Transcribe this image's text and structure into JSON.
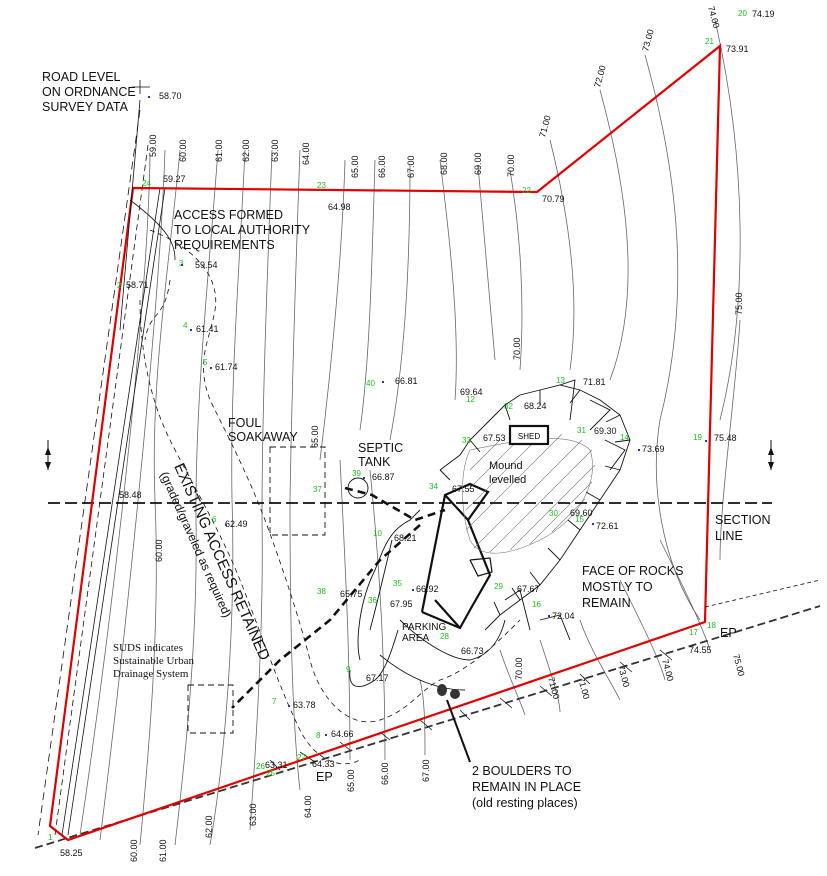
{
  "labels": {
    "road_level_1": "ROAD LEVEL",
    "road_level_2": "ON ORDNANCE",
    "road_level_3": "SURVEY DATA",
    "access_1": "ACCESS FORMED",
    "access_2": "TO LOCAL AUTHORITY",
    "access_3": "REQUIREMENTS",
    "foul_1": "FOUL",
    "foul_2": "SOAKAWAY",
    "septic_1": "SEPTIC",
    "septic_2": "TANK",
    "existing_access": "EXISTING ACCESS RETAINED",
    "graded": "(graded/graveled as required)",
    "shed": "SHED",
    "mound_1": "Mound",
    "mound_2": "levelled",
    "section_1": "SECTION",
    "section_2": "LINE",
    "rocks_1": "FACE OF ROCKS",
    "rocks_2": "MOSTLY TO",
    "rocks_3": "REMAIN",
    "parking_1": "PARKING",
    "parking_2": "AREA",
    "suds_1": "SUDS indicates",
    "suds_2": "Sustainable Urban",
    "suds_3": "Drainage System",
    "boulders_1": "2 BOULDERS TO",
    "boulders_2": "REMAIN IN PLACE",
    "boulders_3": "(old resting places)",
    "ep_bottom": "EP",
    "ep_right": "EP"
  },
  "spot_levels": [
    {
      "pt": "20",
      "value": "74.19"
    },
    {
      "pt": "21",
      "value": "73.91"
    },
    {
      "pt": "",
      "value": "58.70"
    },
    {
      "pt": "24",
      "value": "59.27"
    },
    {
      "pt": "23",
      "value": "64.98"
    },
    {
      "pt": "22",
      "value": "70.79"
    },
    {
      "pt": "3",
      "value": "59.54"
    },
    {
      "pt": "2",
      "value": "58.71"
    },
    {
      "pt": "4",
      "value": "61.41"
    },
    {
      "pt": "5",
      "value": "61.74"
    },
    {
      "pt": "40",
      "value": "66.81"
    },
    {
      "pt": "12",
      "value": "69.64"
    },
    {
      "pt": "32",
      "value": "68.24"
    },
    {
      "pt": "13",
      "value": "71.81"
    },
    {
      "pt": "31",
      "value": "69.30"
    },
    {
      "pt": "14",
      "value": "73.69"
    },
    {
      "pt": "33",
      "value": "67.53"
    },
    {
      "pt": "39",
      "value": "66.87"
    },
    {
      "pt": "34",
      "value": "67.55"
    },
    {
      "pt": "",
      "value": "58.48"
    },
    {
      "pt": "6",
      "value": "62.49"
    },
    {
      "pt": "10",
      "value": "68.21"
    },
    {
      "pt": "30",
      "value": "69.60"
    },
    {
      "pt": "15",
      "value": "72.61"
    },
    {
      "pt": "19",
      "value": "75.48"
    },
    {
      "pt": "35",
      "value": "66.92"
    },
    {
      "pt": "36",
      "value": "67.95"
    },
    {
      "pt": "38",
      "value": "65.75"
    },
    {
      "pt": "29",
      "value": "67.67"
    },
    {
      "pt": "16",
      "value": "72.04"
    },
    {
      "pt": "28",
      "value": "66.73"
    },
    {
      "pt": "17",
      "value": "74.55"
    },
    {
      "pt": "18",
      "value": ""
    },
    {
      "pt": "9",
      "value": "67.17"
    },
    {
      "pt": "7",
      "value": "63.78"
    },
    {
      "pt": "8",
      "value": "64.66"
    },
    {
      "pt": "27",
      "value": "64.33"
    },
    {
      "pt": "26",
      "value": "63.31"
    },
    {
      "pt": "25",
      "value": ""
    },
    {
      "pt": "1",
      "value": "58.25"
    },
    {
      "pt": "37",
      "value": ""
    }
  ],
  "contour_labels": {
    "top": [
      "59.00",
      "60.00",
      "61.00",
      "62.00",
      "63.00",
      "64.00",
      "65.00",
      "66.00",
      "67.00",
      "68.00",
      "69.00",
      "70.00",
      "71.00",
      "72.00",
      "73.00",
      "74.00"
    ],
    "bottom": [
      "60.00",
      "61.00",
      "62.00",
      "63.00",
      "64.00",
      "65.00",
      "66.00",
      "67.00",
      "70.00",
      "71.00",
      "71.00",
      "73.00",
      "74.00",
      "75.00"
    ],
    "side": [
      "60.00",
      "65.00",
      "70.00",
      "75.00"
    ]
  },
  "colors": {
    "boundary": "#e00000",
    "point_numbers": "#18c418",
    "lines": "#111111",
    "contours": "#555555"
  }
}
